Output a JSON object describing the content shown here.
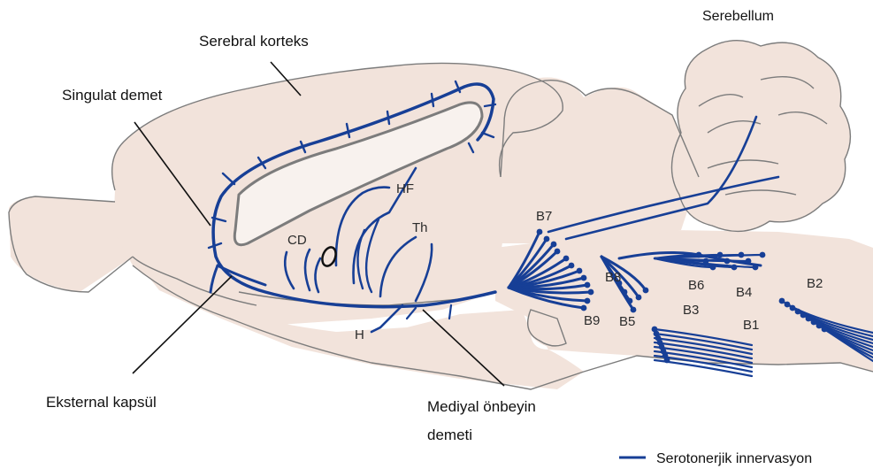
{
  "labels": {
    "cerebellum": "Serebellum",
    "cortex": "Serebral korteks",
    "cingulate": "Singulat demet",
    "external_capsule": "Eksternal kapsül",
    "mfb_line1": "Mediyal önbeyin",
    "mfb_line2": "demeti"
  },
  "regions": {
    "hf": "HF",
    "cd": "CD",
    "th": "Th",
    "h": "H",
    "b1": "B1",
    "b2": "B2",
    "b3": "B3",
    "b4": "B4",
    "b5": "B5",
    "b6": "B6",
    "b7": "B7",
    "b8": "B8",
    "b9": "B9"
  },
  "legend": {
    "label": "Serotonerjik innervasyon"
  },
  "colors": {
    "tissue": "#f2e3db",
    "outline": "#7c7c7c",
    "fiber": "#173f96",
    "hippocampus": "#f8f2ee"
  }
}
